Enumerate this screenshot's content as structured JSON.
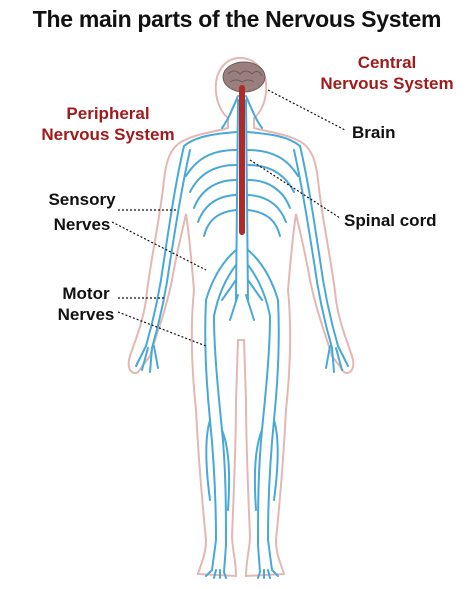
{
  "title": "The main parts of the Nervous System",
  "labels": {
    "central_1": "Central",
    "central_2": "Nervous System",
    "peripheral_1": "Peripheral",
    "peripheral_2": "Nervous System",
    "brain": "Brain",
    "sensory_1": "Sensory",
    "sensory_2": "Nerves",
    "spinal_cord": "Spinal cord",
    "motor_1": "Motor",
    "motor_2": "Nerves"
  },
  "colors": {
    "nerve": "#4aa8d8",
    "spinal_cord": "#b02a2a",
    "brain": "#9a7f7f",
    "outline": "#e4b7b2",
    "label_red": "#a01c1c"
  }
}
